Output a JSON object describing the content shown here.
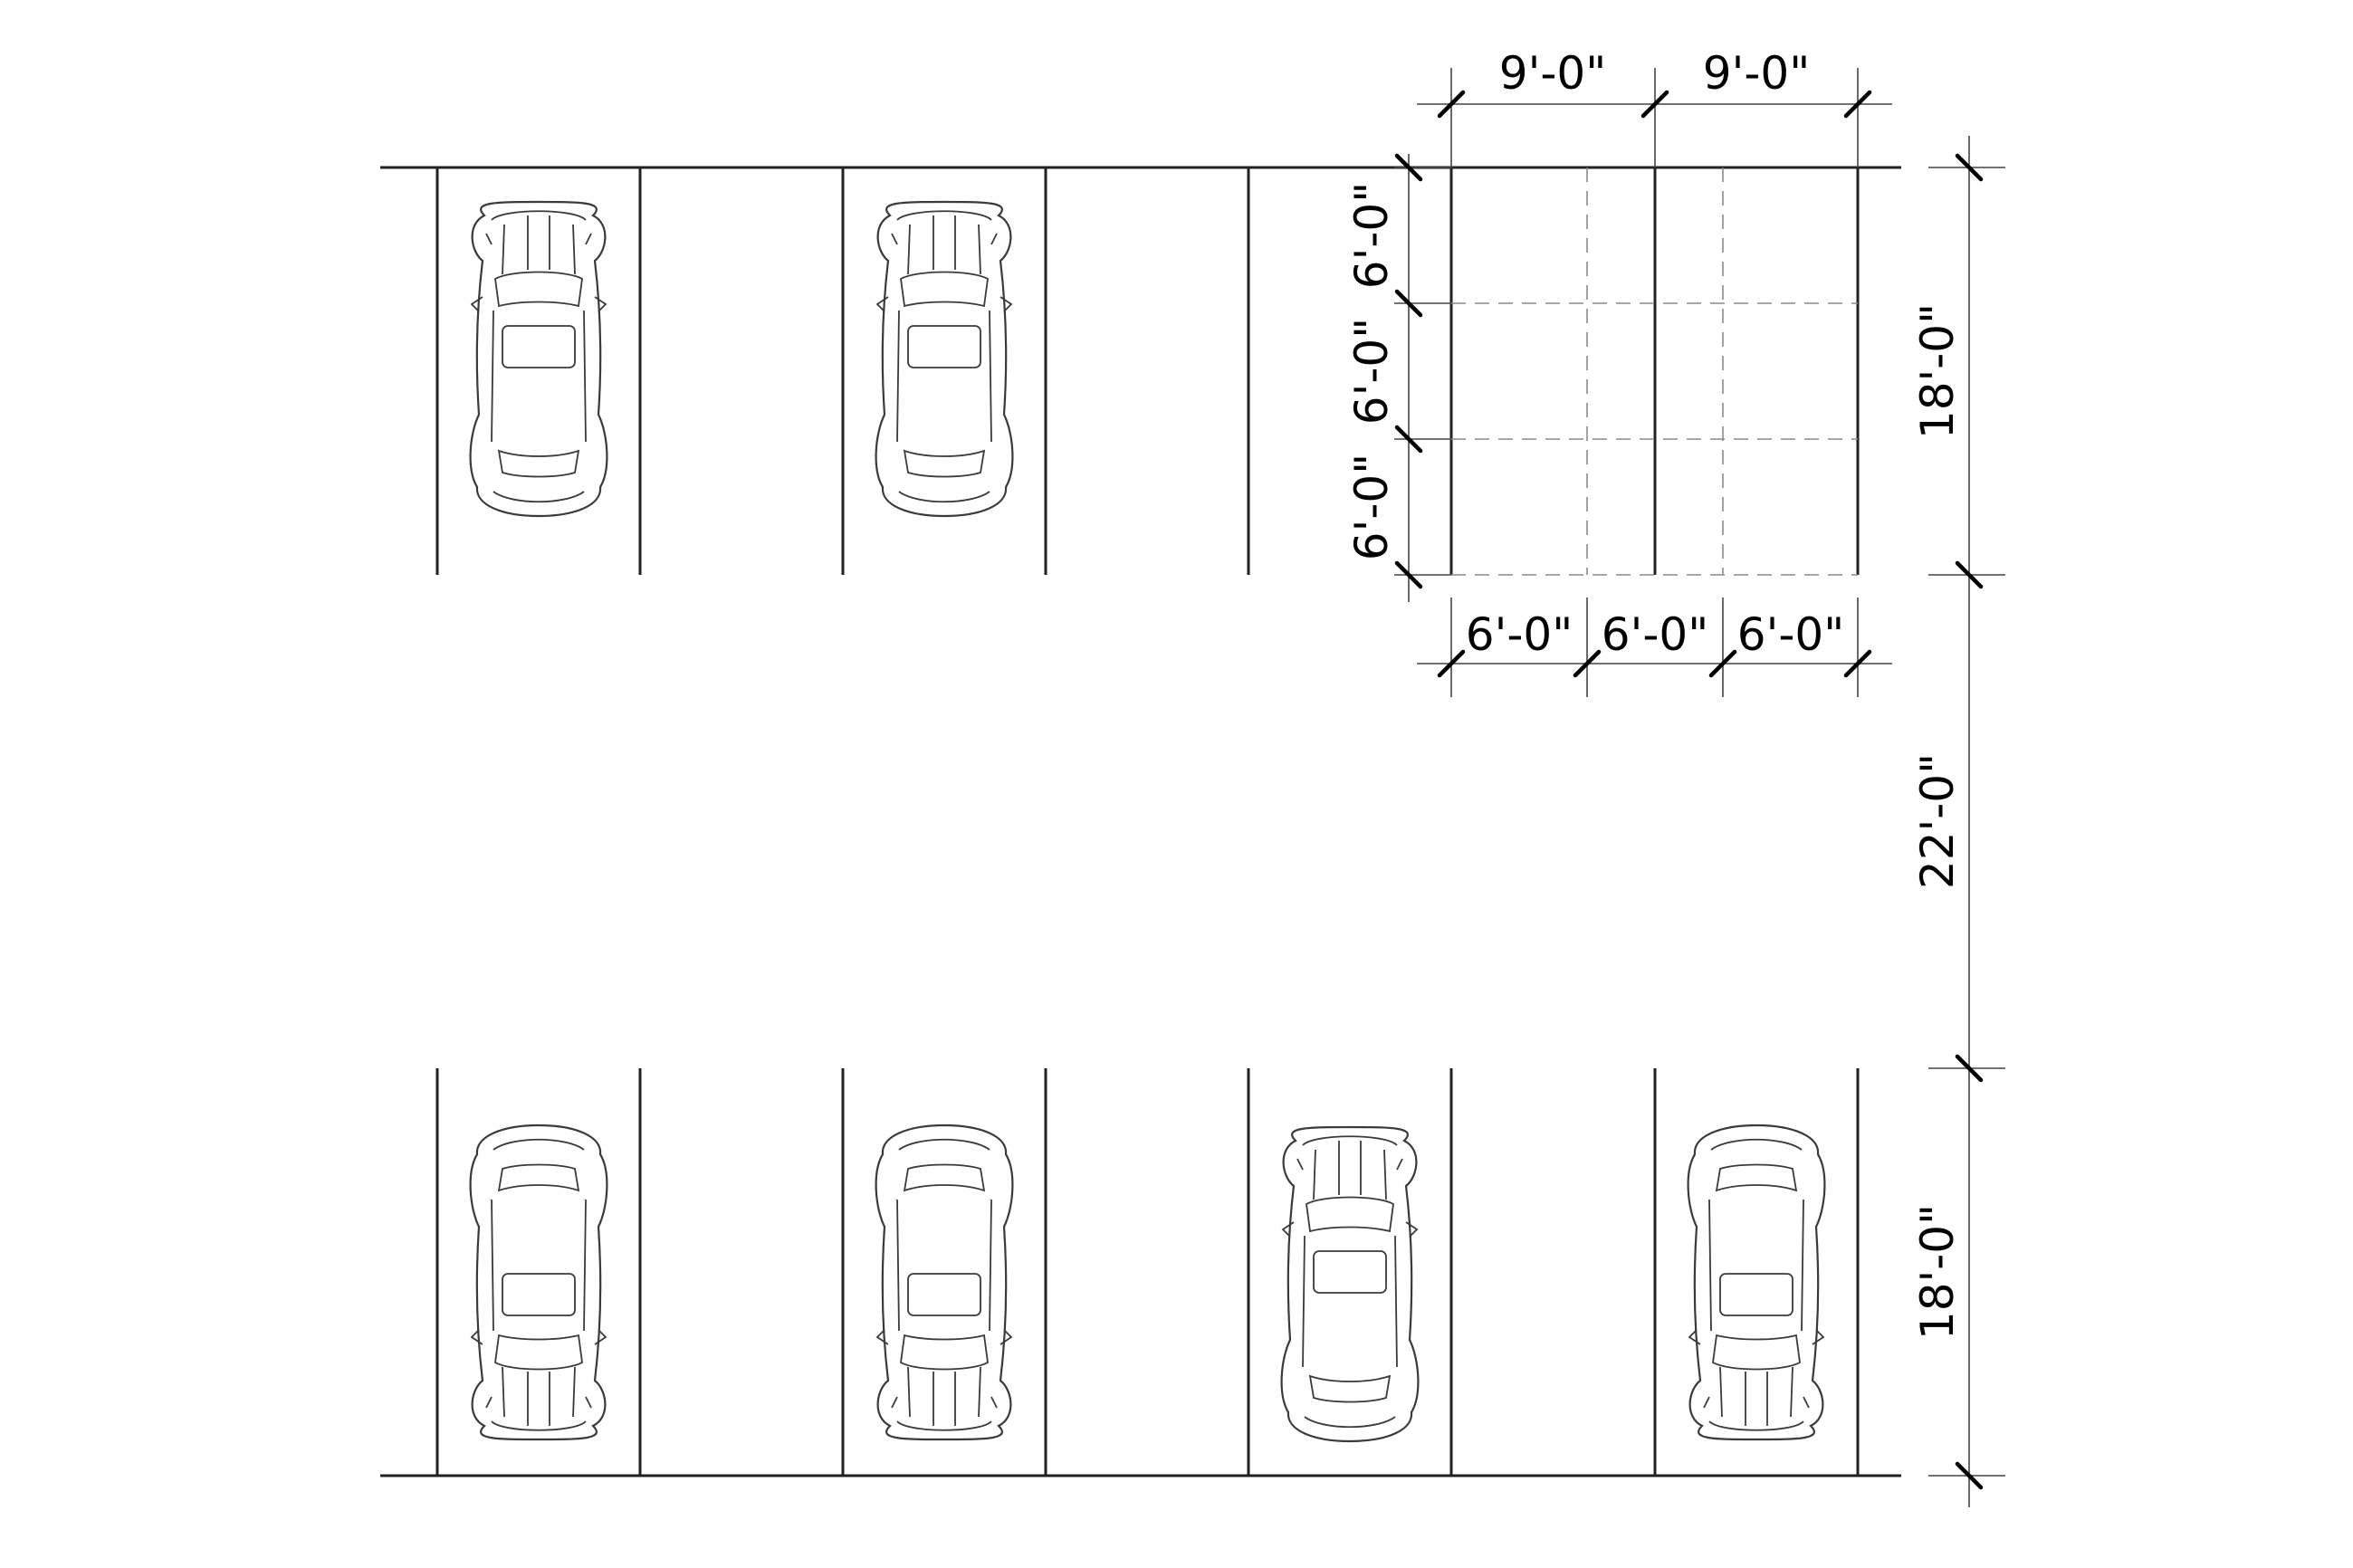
{
  "dimensions": {
    "top_stall_width_1": "9'-0\"",
    "top_stall_width_2": "9'-0\"",
    "left_grid_1": "6'-0\"",
    "left_grid_2": "6'-0\"",
    "left_grid_3": "6'-0\"",
    "bottom_grid_1": "6'-0\"",
    "bottom_grid_2": "6'-0\"",
    "bottom_grid_3": "6'-0\"",
    "right_top_depth": "18'-0\"",
    "right_aisle": "22'-0\"",
    "right_bottom_depth": "18'-0\""
  },
  "cars": {
    "top_row_count": 2,
    "bottom_row_count": 4
  }
}
